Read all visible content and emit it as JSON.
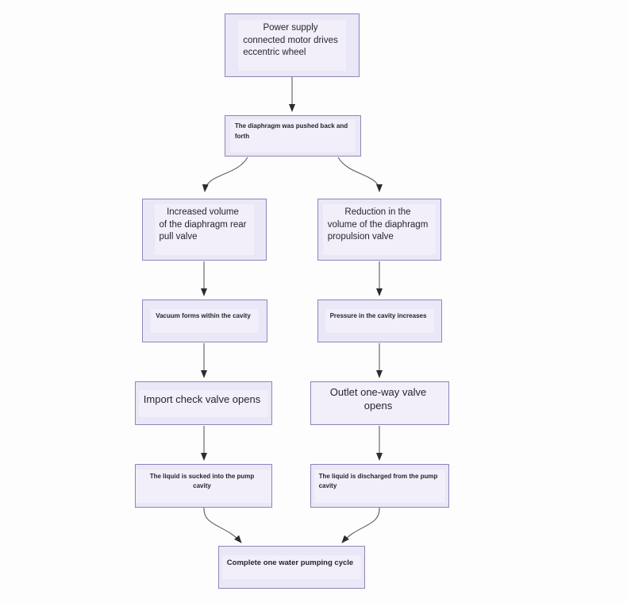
{
  "diagram": {
    "type": "flowchart",
    "nodes": [
      {
        "id": "power-supply",
        "lines": [
          "Power supply",
          "connected motor drives",
          "eccentric wheel"
        ]
      },
      {
        "id": "diaphragm-pushed",
        "lines": [
          "The diaphragm was pushed back and",
          "forth"
        ]
      },
      {
        "id": "increased-volume",
        "lines": [
          "Increased volume",
          "of the diaphragm rear",
          "pull valve"
        ]
      },
      {
        "id": "reduction-volume",
        "lines": [
          "Reduction in the",
          "volume of the diaphragm",
          "propulsion valve"
        ]
      },
      {
        "id": "vacuum-forms",
        "lines": [
          "Vacuum forms within the cavity"
        ]
      },
      {
        "id": "pressure-increases",
        "lines": [
          "Pressure in the cavity increases"
        ]
      },
      {
        "id": "import-valve",
        "lines": [
          "Import check valve opens"
        ]
      },
      {
        "id": "outlet-valve",
        "lines": [
          "Outlet one-way valve opens"
        ]
      },
      {
        "id": "liquid-sucked",
        "lines": [
          "The liquid is sucked into the pump cavity"
        ]
      },
      {
        "id": "liquid-discharged",
        "lines": [
          "The liquid is discharged from the pump",
          "cavity"
        ]
      },
      {
        "id": "complete-cycle",
        "lines": [
          "Complete one water pumping cycle"
        ]
      }
    ],
    "edges": [
      {
        "from": "power-supply",
        "to": "diaphragm-pushed"
      },
      {
        "from": "diaphragm-pushed",
        "to": "increased-volume"
      },
      {
        "from": "diaphragm-pushed",
        "to": "reduction-volume"
      },
      {
        "from": "increased-volume",
        "to": "vacuum-forms"
      },
      {
        "from": "vacuum-forms",
        "to": "import-valve"
      },
      {
        "from": "import-valve",
        "to": "liquid-sucked"
      },
      {
        "from": "reduction-volume",
        "to": "pressure-increases"
      },
      {
        "from": "pressure-increases",
        "to": "outlet-valve"
      },
      {
        "from": "outlet-valve",
        "to": "liquid-discharged"
      },
      {
        "from": "liquid-sucked",
        "to": "complete-cycle"
      },
      {
        "from": "liquid-discharged",
        "to": "complete-cycle"
      }
    ],
    "colors": {
      "box_fill": "#eae7f6",
      "box_border": "#9184ba",
      "text_highlight": "#f2effa",
      "arrow_line": "#5f5a66",
      "arrow_head": "#2e2a33",
      "text": "#26242e",
      "page_bg": "#fdfdfd"
    }
  }
}
